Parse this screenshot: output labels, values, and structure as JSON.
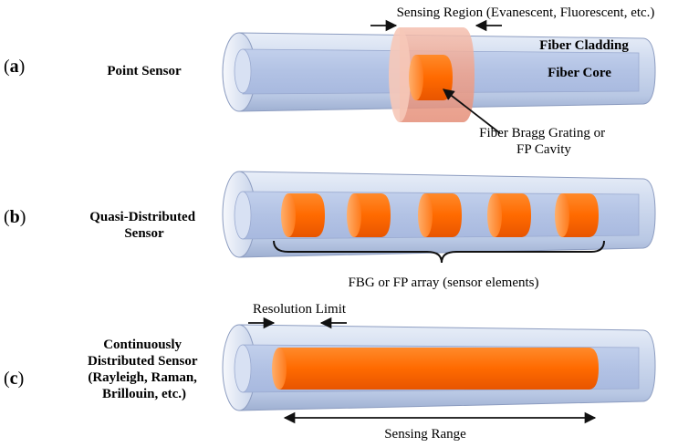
{
  "panels": [
    {
      "letter": "a",
      "title_lines": [
        "Point Sensor"
      ],
      "sensing_region": "Sensing Region (Evanescent, Fluorescent, etc.)",
      "cladding_label": "Fiber Cladding",
      "core_label": "Fiber Core",
      "grating_label_lines": [
        "Fiber Bragg Grating or",
        "FP Cavity"
      ]
    },
    {
      "letter": "b",
      "title_lines": [
        "Quasi-Distributed",
        "Sensor"
      ],
      "array_label": "FBG or FP array (sensor elements)"
    },
    {
      "letter": "c",
      "title_lines": [
        "Continuously",
        "Distributed Sensor",
        "(Rayleigh, Raman,",
        "Brillouin, etc.)"
      ],
      "resolution_label": "Resolution Limit",
      "range_label": "Sensing Range"
    }
  ],
  "colors": {
    "cladding": "#c9d6ec",
    "core": "#b6c6e6",
    "sensor_element": "#ff6a00",
    "sensing_region": "#f0a088"
  }
}
